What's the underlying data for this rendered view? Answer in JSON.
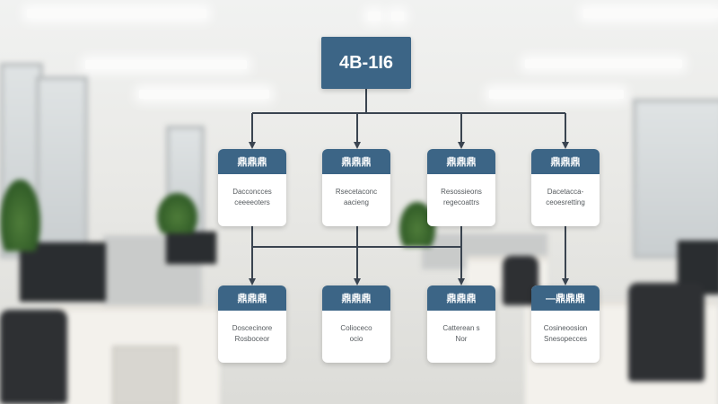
{
  "root": {
    "label": "4B-1I6"
  },
  "top_row": [
    {
      "title": "鼎鼎鼎",
      "line1": "Dacconcces",
      "line2": "ceeeeoters"
    },
    {
      "title": "鼎鼎鼎",
      "line1": "Rsecetaconc",
      "line2": "aacieng"
    },
    {
      "title": "鼎鼎鼎",
      "line1": "Resossieons",
      "line2": "regecoattrs"
    },
    {
      "title": "鼎鼎鼎",
      "line1": "Dacetacca-",
      "line2": "ceoesretting"
    }
  ],
  "bottom_row": [
    {
      "title": "鼎鼎鼎",
      "line1": "Doscecinore",
      "line2": "Rosboceor"
    },
    {
      "title": "鼎鼎鼎",
      "line1": "Colioceco",
      "line2": "ocio"
    },
    {
      "title": "鼎鼎鼎",
      "line1": "Catterean s",
      "line2": "Nor"
    },
    {
      "title": "—鼎鼎鼎",
      "line1": "Cosineoosion",
      "line2": "Snesopecces"
    }
  ],
  "colors": {
    "node_header": "#3c6586",
    "connector": "#3a4450"
  }
}
